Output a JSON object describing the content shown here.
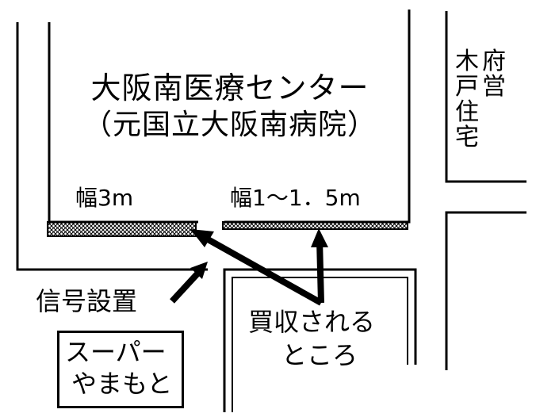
{
  "hospital": {
    "name": "大阪南医療センター",
    "former_name": "（元国立大阪南病院）"
  },
  "widths": {
    "left": "幅3m",
    "right": "幅1～1．5m"
  },
  "signal_label": "信号設置",
  "purchase_label": {
    "line1": "買収される",
    "line2": "ところ"
  },
  "housing": {
    "col1": [
      "府",
      "営"
    ],
    "col2": [
      "木",
      "戸",
      "住",
      "宅"
    ]
  },
  "supermarket": {
    "line1": "スーパー",
    "line2": "やまもと"
  },
  "colors": {
    "line": "#000000",
    "background": "#ffffff",
    "hatch": "#000000"
  }
}
